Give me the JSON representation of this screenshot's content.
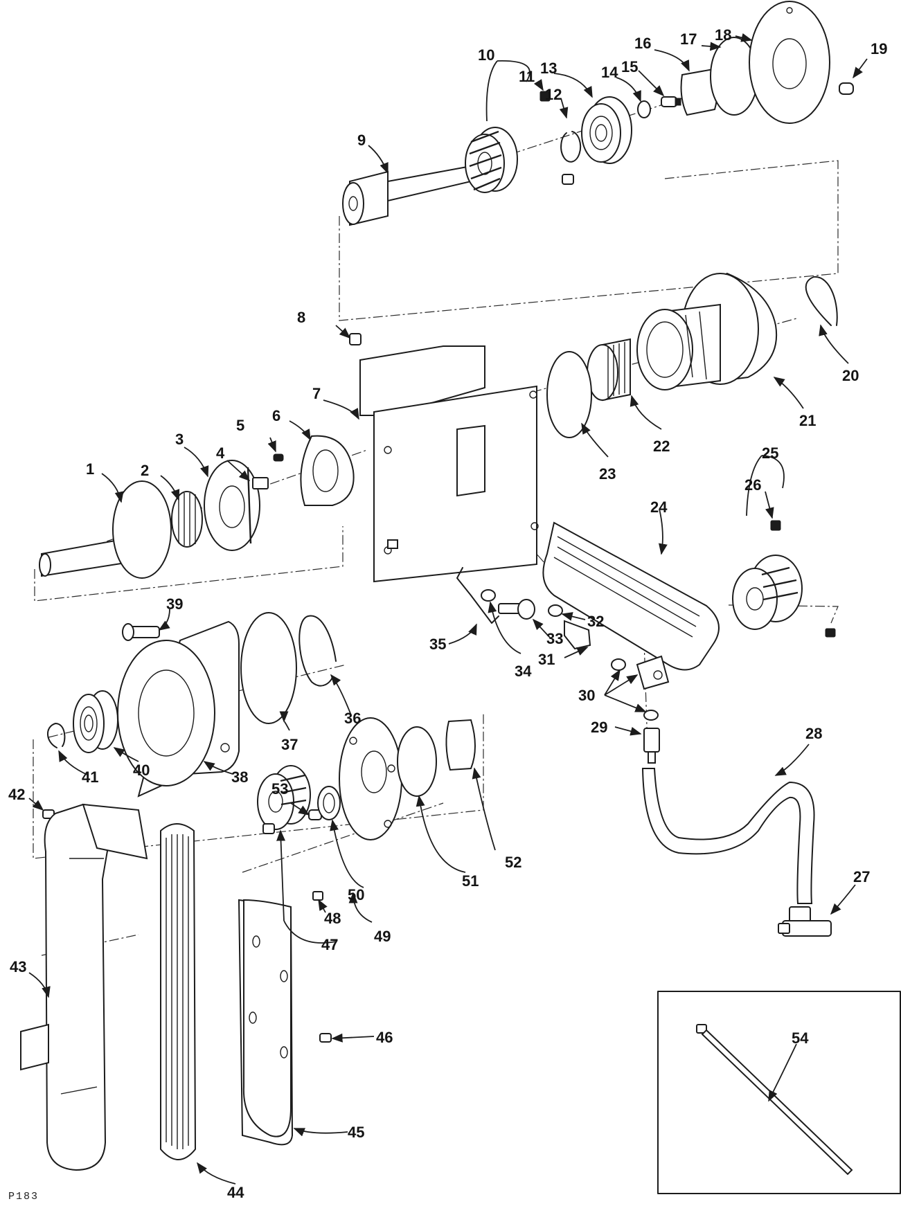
{
  "plate_id": "P183",
  "callouts": [
    "1",
    "2",
    "3",
    "4",
    "5",
    "6",
    "7",
    "8",
    "9",
    "10",
    "11",
    "12",
    "13",
    "14",
    "15",
    "16",
    "17",
    "18",
    "19",
    "20",
    "21",
    "22",
    "23",
    "24",
    "25",
    "26",
    "27",
    "28",
    "29",
    "30",
    "31",
    "32",
    "33",
    "34",
    "35",
    "36",
    "37",
    "38",
    "39",
    "40",
    "41",
    "42",
    "43",
    "44",
    "45",
    "46",
    "47",
    "48",
    "49",
    "50",
    "51",
    "52",
    "53",
    "54"
  ]
}
